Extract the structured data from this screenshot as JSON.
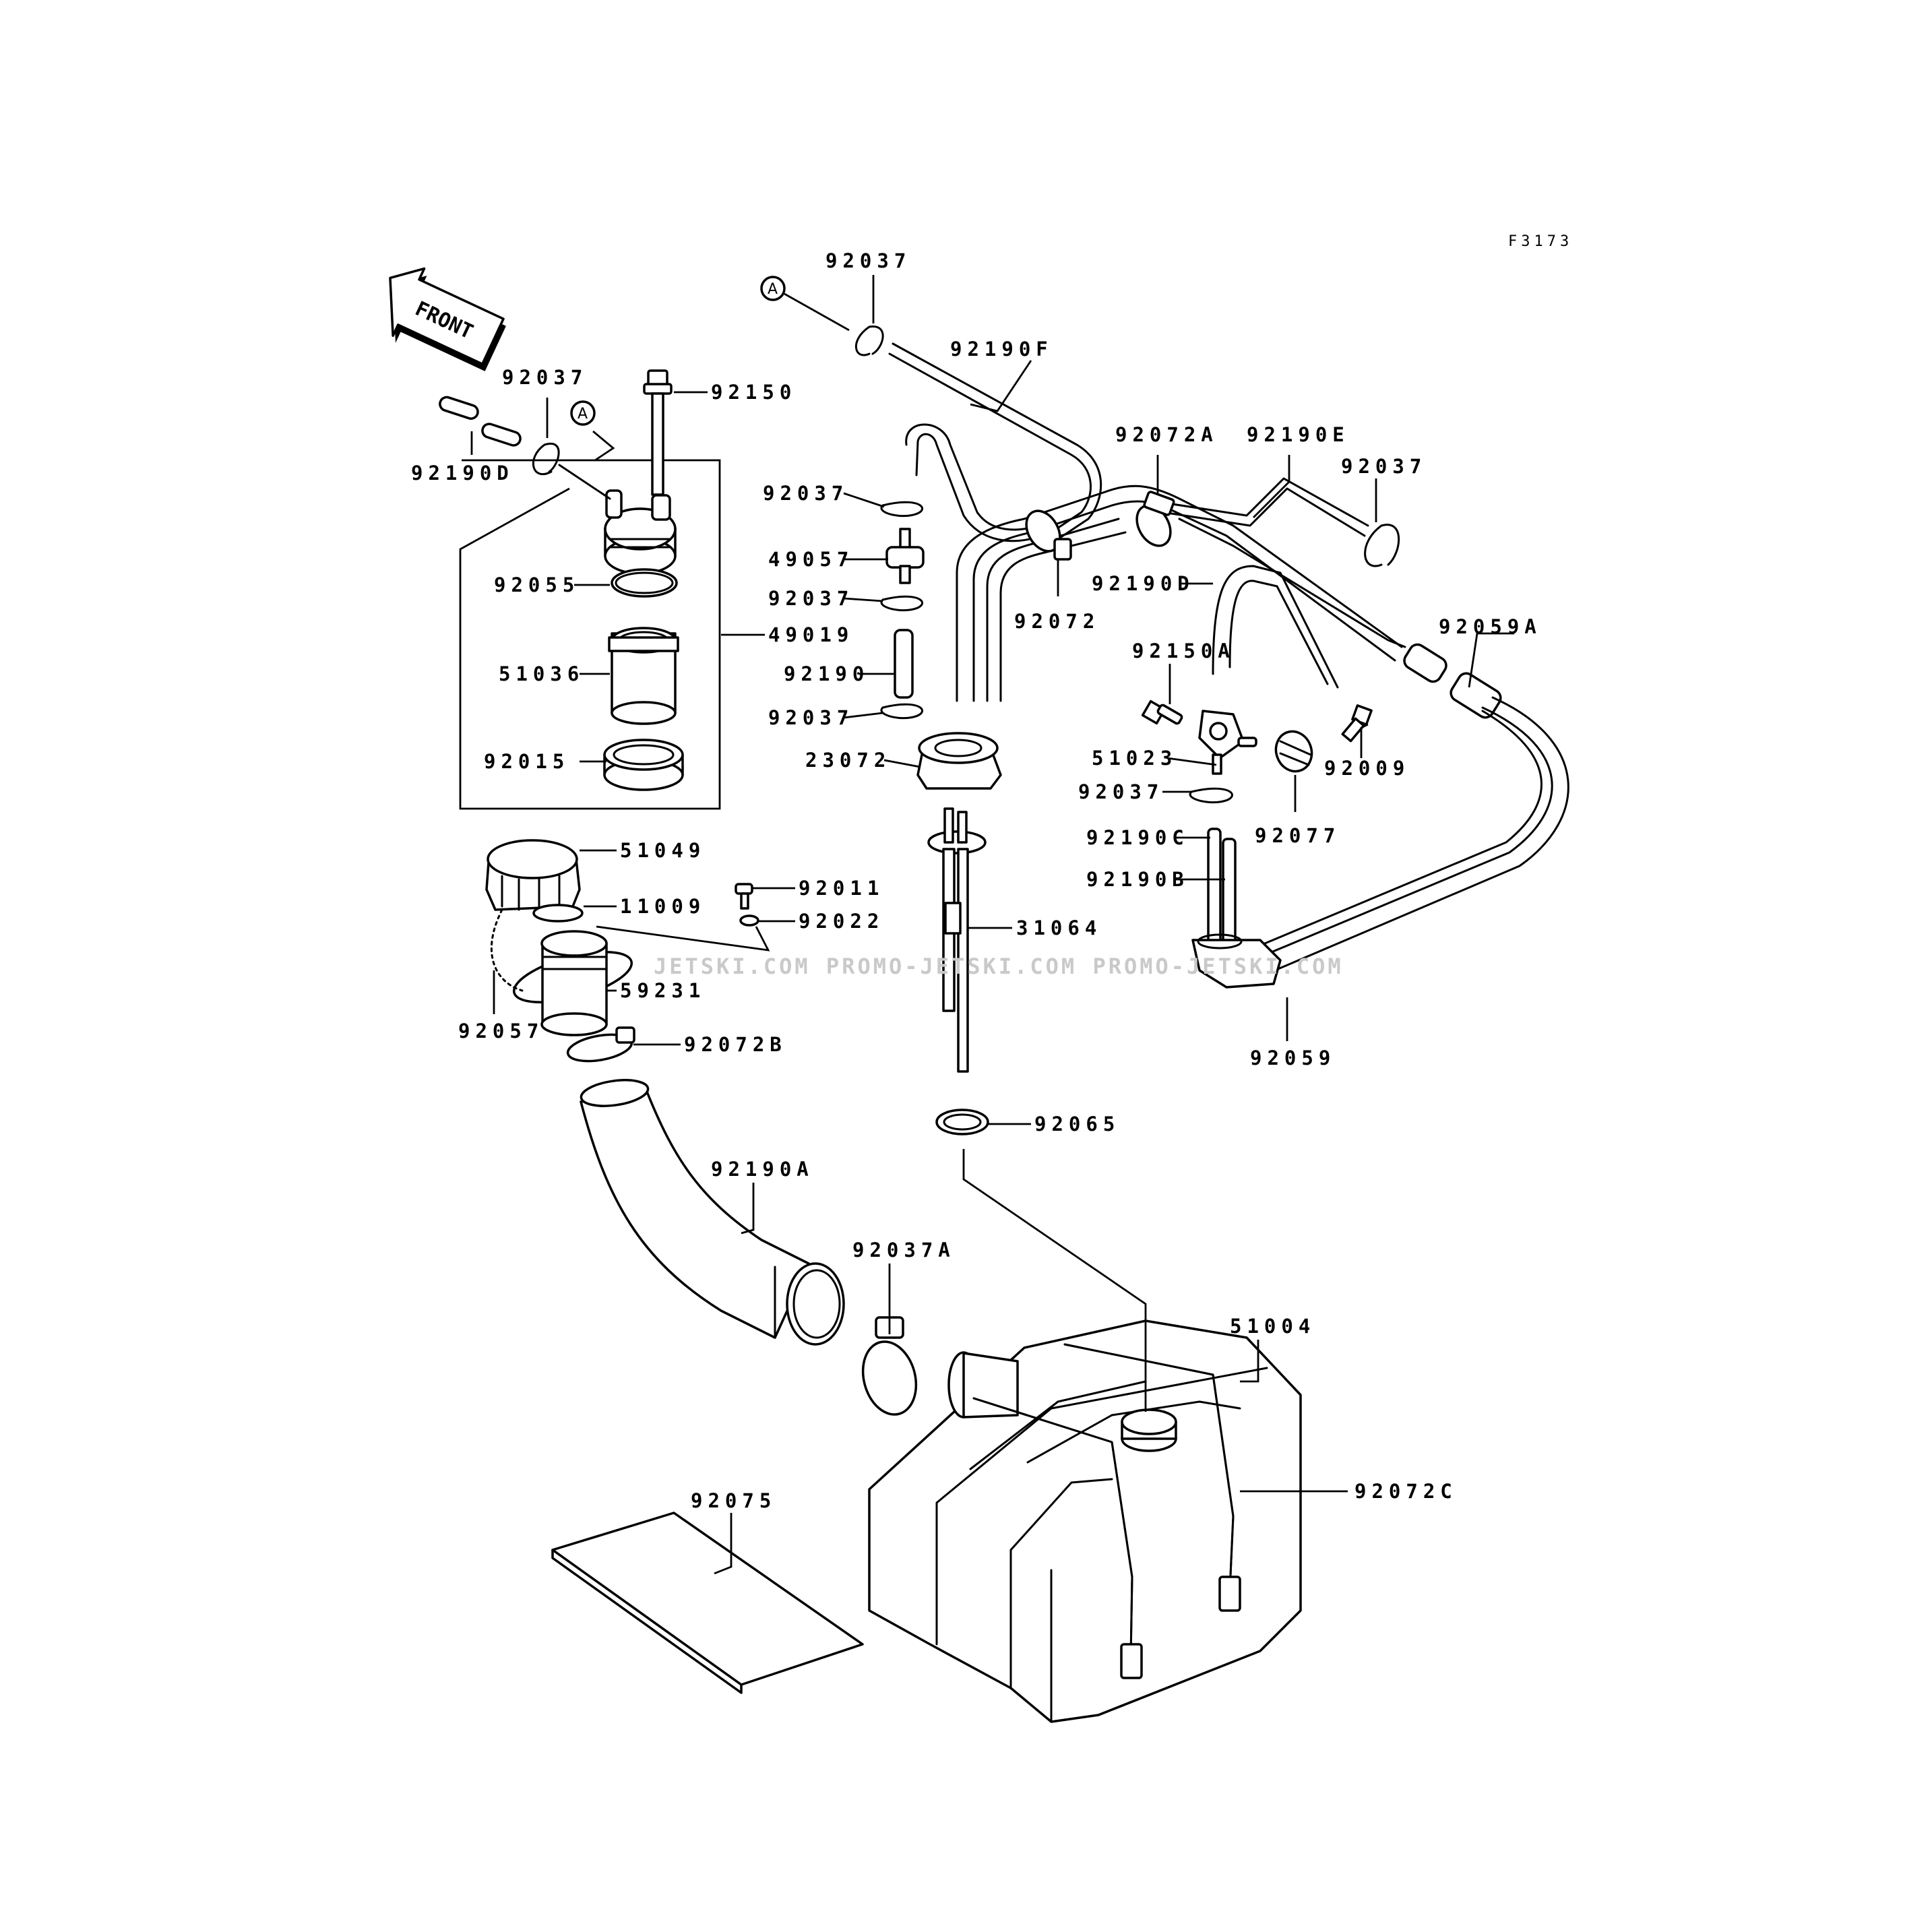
{
  "figure_code": "F3173",
  "front_arrow": "FRONT",
  "ref_marker": "A",
  "watermark": "JETSKI.COM  PROMO-JETSKI.COM  PROMO-JETSKI.COM",
  "labels": {
    "l_92037_top": "92037",
    "l_92190F": "92190F",
    "l_92037_left": "92037",
    "l_92150": "92150",
    "l_92190D_left": "92190D",
    "l_92055": "92055",
    "l_51036": "51036",
    "l_92015": "92015",
    "l_49019": "49019",
    "l_92037_b1": "92037",
    "l_49057": "49057",
    "l_92037_b2": "92037",
    "l_92190": "92190",
    "l_92037_b3": "92037",
    "l_23072": "23072",
    "l_92072A": "92072A",
    "l_92190E": "92190E",
    "l_92037_right": "92037",
    "l_92190D_right": "92190D",
    "l_92072": "92072",
    "l_92059A": "92059A",
    "l_92150A": "92150A",
    "l_51023": "51023",
    "l_92009": "92009",
    "l_92037_mid": "92037",
    "l_92077": "92077",
    "l_92190C": "92190C",
    "l_92190B": "92190B",
    "l_51049": "51049",
    "l_11009": "11009",
    "l_92011": "92011",
    "l_92022": "92022",
    "l_31064": "31064",
    "l_59231": "59231",
    "l_92057": "92057",
    "l_92072B": "92072B",
    "l_92059": "92059",
    "l_92065": "92065",
    "l_92190A": "92190A",
    "l_92037A": "92037A",
    "l_51004": "51004",
    "l_92072C": "92072C",
    "l_92075": "92075"
  }
}
